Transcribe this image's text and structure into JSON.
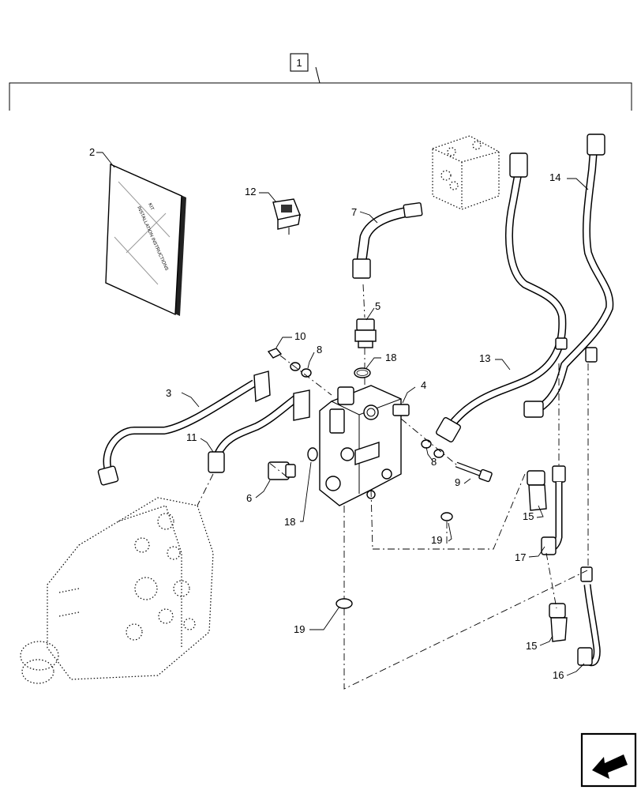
{
  "diagram": {
    "kit_label": "1",
    "manual_title_lines": [
      "KIT",
      "INSTALLATION INSTRUCTIONS"
    ],
    "callouts": [
      {
        "id": "c2",
        "label": "2"
      },
      {
        "id": "c3",
        "label": "3"
      },
      {
        "id": "c4",
        "label": "4"
      },
      {
        "id": "c5",
        "label": "5"
      },
      {
        "id": "c6",
        "label": "6"
      },
      {
        "id": "c7",
        "label": "7"
      },
      {
        "id": "c8a",
        "label": "8"
      },
      {
        "id": "c8b",
        "label": "8"
      },
      {
        "id": "c9",
        "label": "9"
      },
      {
        "id": "c10",
        "label": "10"
      },
      {
        "id": "c11",
        "label": "11"
      },
      {
        "id": "c12",
        "label": "12"
      },
      {
        "id": "c13",
        "label": "13"
      },
      {
        "id": "c14",
        "label": "14"
      },
      {
        "id": "c15a",
        "label": "15"
      },
      {
        "id": "c15b",
        "label": "15"
      },
      {
        "id": "c16",
        "label": "16"
      },
      {
        "id": "c17",
        "label": "17"
      },
      {
        "id": "c18a",
        "label": "18"
      },
      {
        "id": "c18b",
        "label": "18"
      },
      {
        "id": "c19a",
        "label": "19"
      },
      {
        "id": "c19b",
        "label": "19"
      }
    ],
    "nav_icon": "arrow-back-icon"
  }
}
